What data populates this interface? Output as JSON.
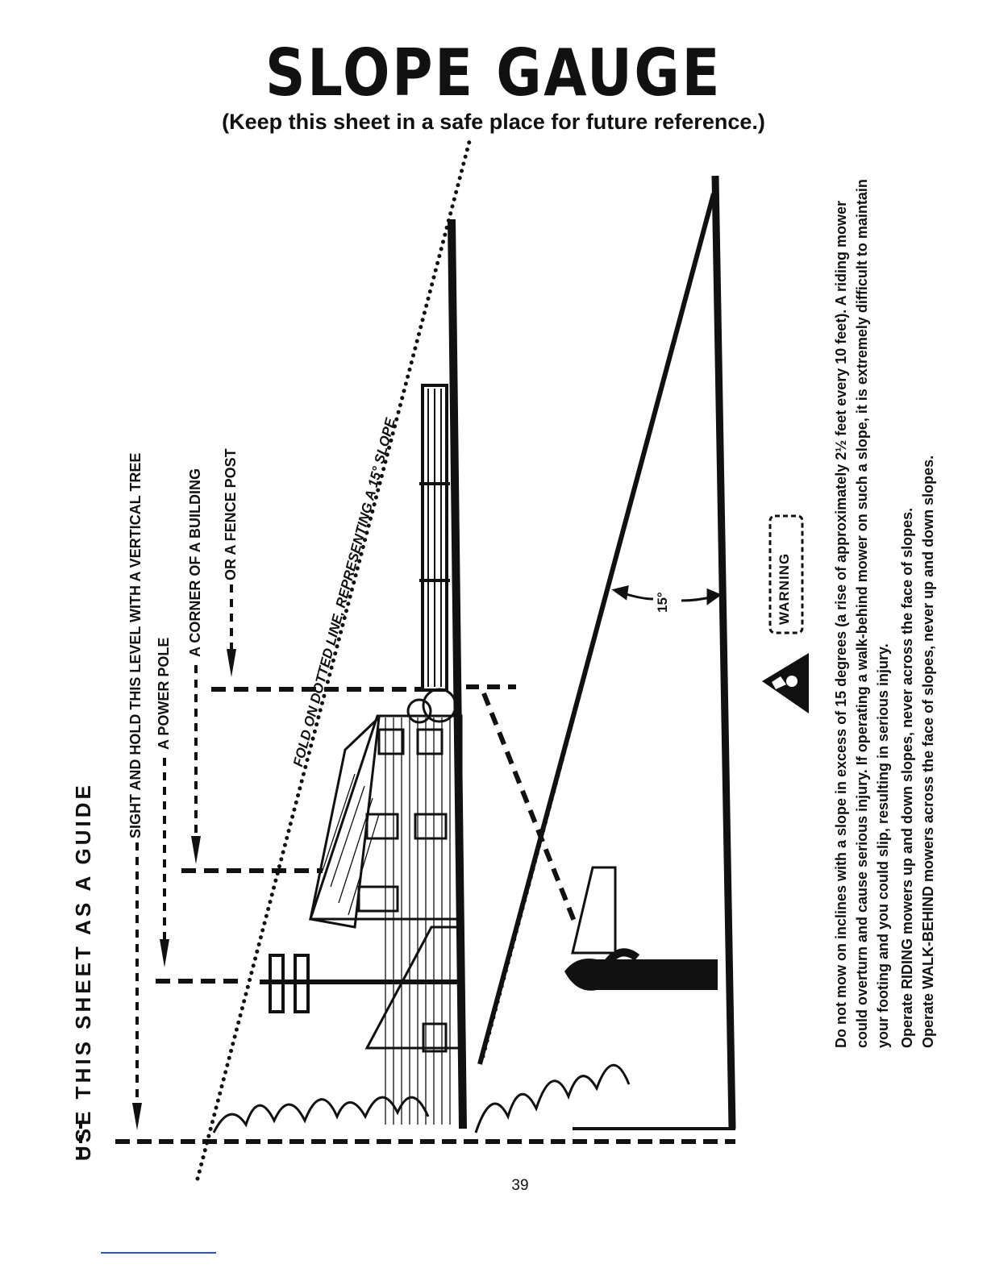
{
  "header": {
    "title": "SLOPE GAUGE",
    "subtitle": "(Keep this sheet in a safe place for future reference.)"
  },
  "gauge": {
    "cut_text": "USE THIS SHEET AS A GUIDE",
    "level_text": "SIGHT AND HOLD THIS LEVEL WITH A VERTICAL TREE",
    "power_pole": "A POWER POLE",
    "building": "A CORNER OF A BUILDING",
    "fence_post": "OR A FENCE POST",
    "fold_line": "FOLD ON DOTTED LINE, REPRESENTING A 15° SLOPE",
    "angle_label": "15°"
  },
  "warning": {
    "badge": "WARNING",
    "paragraph1": "Do not mow on inclines with a slope in excess of 15 degrees (a rise of approximately 2½ feet every 10 feet). A riding mower could overturn and cause serious injury. If operating a walk-behind mower on such a slope, it is extremely difficult to maintain your footing and you could slip, resulting in serious injury.",
    "line_riding": "Operate RIDING mowers up and down slopes, never across the face of slopes.",
    "line_walk": "Operate WALK-BEHIND mowers across the face of slopes, never up and down slopes."
  },
  "footer": {
    "page_number": "39"
  },
  "colors": {
    "ink": "#111111",
    "footer_rule": "#2b55c8"
  }
}
